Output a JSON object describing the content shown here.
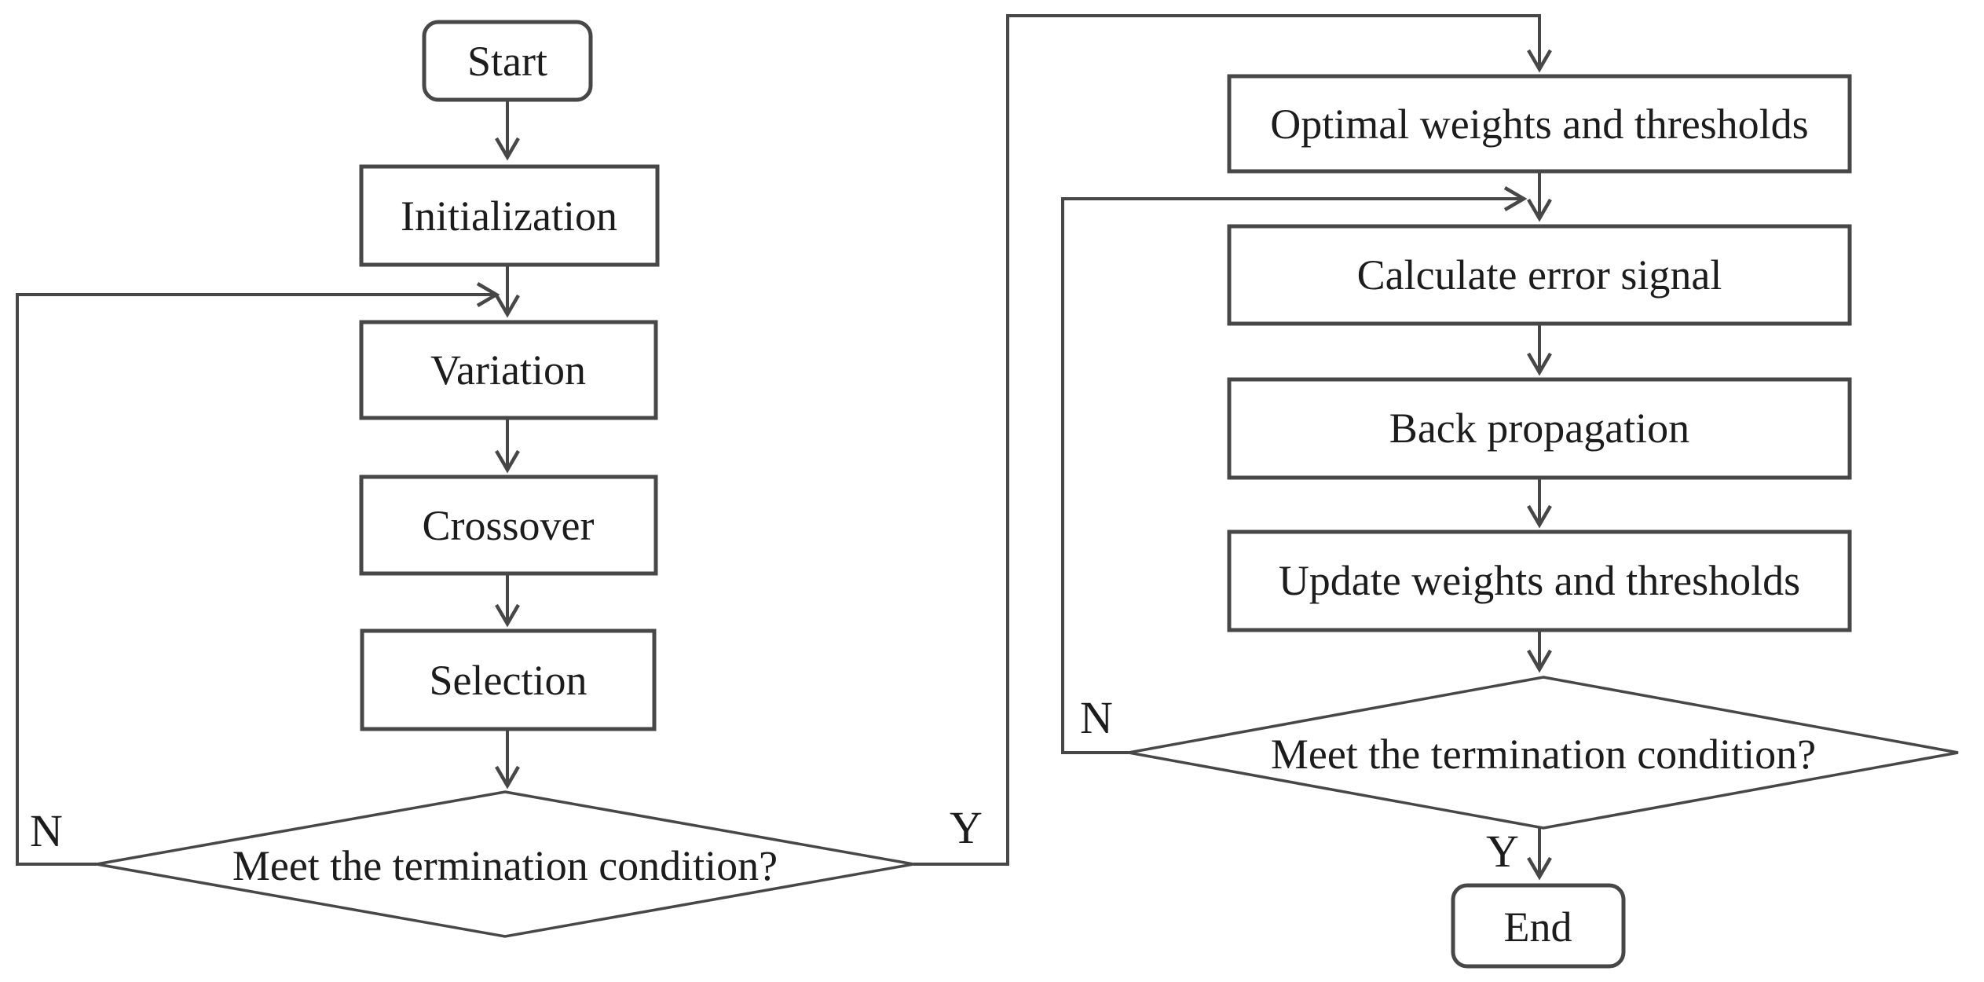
{
  "left_column": {
    "start": "Start",
    "initialization": "Initialization",
    "variation": "Variation",
    "crossover": "Crossover",
    "selection": "Selection",
    "termination_question": "Meet the termination condition?",
    "branch_no": "N",
    "branch_yes": "Y"
  },
  "right_column": {
    "optimal_weights": "Optimal weights and thresholds",
    "calculate_error": "Calculate error signal",
    "back_propagation": "Back propagation",
    "update_weights": "Update weights and thresholds",
    "termination_question": "Meet the termination condition?",
    "branch_no": "N",
    "branch_yes": "Y",
    "end": "End"
  },
  "style": {
    "stroke_color": "#474747",
    "text_color": "#1c1c1c",
    "background": "#ffffff"
  }
}
